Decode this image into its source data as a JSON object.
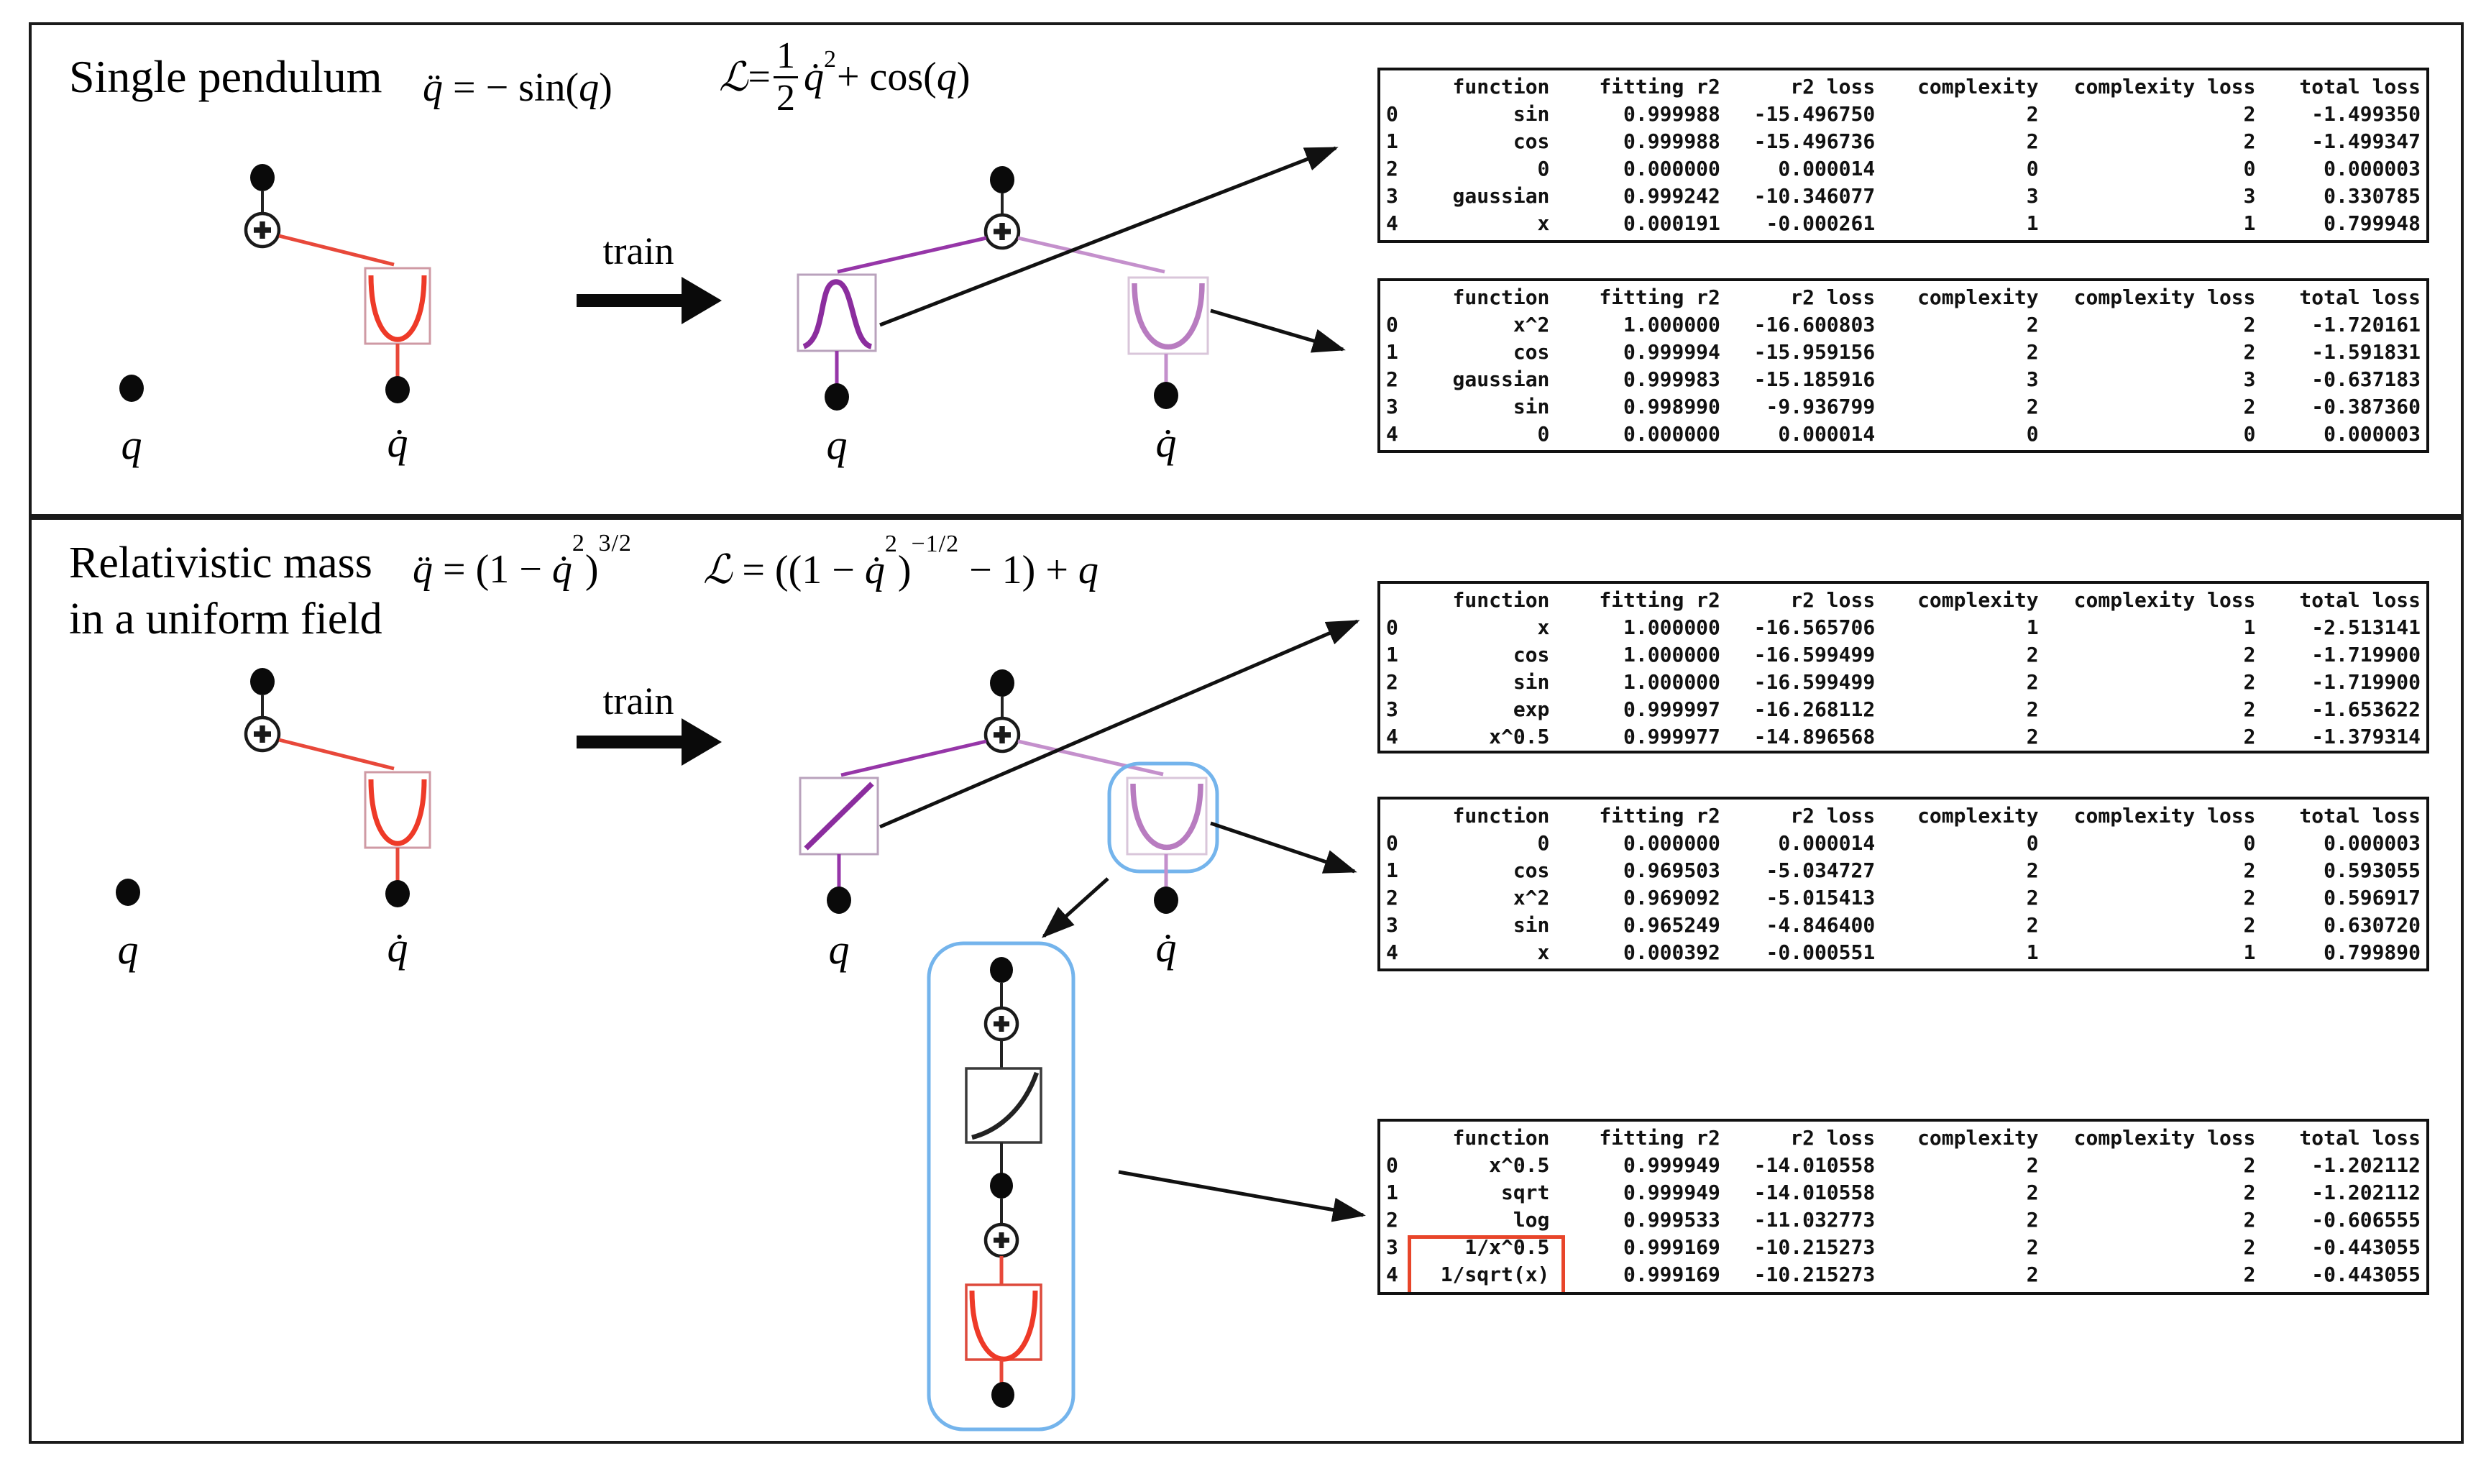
{
  "colors": {
    "red": "#ee3a28",
    "red_edge": "#e8483a",
    "pink_border": "#cf9aa4",
    "dark_purple": "#8b2d9e",
    "dark_purple_edge": "#9636a8",
    "light_purple": "#b87cc0",
    "light_purple_edge": "#c490cc",
    "blue": "#74b4ec",
    "hl": "#e8452a"
  },
  "panel1": {
    "title": "Single pendulum",
    "eq_motion": {
      "qdd": "q̈",
      "rest1": " = − sin(",
      "q": "q",
      "rest2": ")"
    },
    "eq_lagrangian": {
      "L": "ℒ",
      "eq": " = ",
      "num": "1",
      "den": "2",
      "qdot": "q̇",
      "sq": "2",
      "rest": " + cos(",
      "q": "q",
      "end": ")"
    },
    "train_label": "train",
    "pretrain": {
      "q_label": "q",
      "qdot_label": "q̇"
    },
    "posttrain": {
      "q_label": "q",
      "qdot_label": "q̇"
    },
    "tables": [
      {
        "headers": [
          "",
          "function",
          "fitting r2",
          "r2 loss",
          "complexity",
          "complexity loss",
          "total loss"
        ],
        "rows": [
          [
            "0",
            "sin",
            "0.999988",
            "-15.496750",
            "2",
            "2",
            "-1.499350"
          ],
          [
            "1",
            "cos",
            "0.999988",
            "-15.496736",
            "2",
            "2",
            "-1.499347"
          ],
          [
            "2",
            "0",
            "0.000000",
            "0.000014",
            "0",
            "0",
            "0.000003"
          ],
          [
            "3",
            "gaussian",
            "0.999242",
            "-10.346077",
            "3",
            "3",
            "0.330785"
          ],
          [
            "4",
            "x",
            "0.000191",
            "-0.000261",
            "1",
            "1",
            "0.799948"
          ]
        ]
      },
      {
        "headers": [
          "",
          "function",
          "fitting r2",
          "r2 loss",
          "complexity",
          "complexity loss",
          "total loss"
        ],
        "rows": [
          [
            "0",
            "x^2",
            "1.000000",
            "-16.600803",
            "2",
            "2",
            "-1.720161"
          ],
          [
            "1",
            "cos",
            "0.999994",
            "-15.959156",
            "2",
            "2",
            "-1.591831"
          ],
          [
            "2",
            "gaussian",
            "0.999983",
            "-15.185916",
            "3",
            "3",
            "-0.637183"
          ],
          [
            "3",
            "sin",
            "0.998990",
            "-9.936799",
            "2",
            "2",
            "-0.387360"
          ],
          [
            "4",
            "0",
            "0.000000",
            "0.000014",
            "0",
            "0",
            "0.000003"
          ]
        ]
      }
    ]
  },
  "panel2": {
    "title_line1": "Relativistic mass",
    "title_line2": "in a uniform field",
    "eq_motion": {
      "qdd": "q̈",
      "a": " = (1 − ",
      "qdot": "q̇",
      "sq": "2",
      "b": ")",
      "sup": "3/2"
    },
    "eq_lagrangian": {
      "L": "ℒ",
      "a": " = ((1 − ",
      "qdot": "q̇",
      "sq": "2",
      "b": ")",
      "sup": "−1/2",
      "c": " − 1) + ",
      "q": "q"
    },
    "train_label": "train",
    "pretrain": {
      "q_label": "q",
      "qdot_label": "q̇"
    },
    "posttrain": {
      "q_label": "q",
      "qdot_label": "q̇"
    },
    "tables": [
      {
        "headers": [
          "",
          "function",
          "fitting r2",
          "r2 loss",
          "complexity",
          "complexity loss",
          "total loss"
        ],
        "rows": [
          [
            "0",
            "x",
            "1.000000",
            "-16.565706",
            "1",
            "1",
            "-2.513141"
          ],
          [
            "1",
            "cos",
            "1.000000",
            "-16.599499",
            "2",
            "2",
            "-1.719900"
          ],
          [
            "2",
            "sin",
            "1.000000",
            "-16.599499",
            "2",
            "2",
            "-1.719900"
          ],
          [
            "3",
            "exp",
            "0.999997",
            "-16.268112",
            "2",
            "2",
            "-1.653622"
          ],
          [
            "4",
            "x^0.5",
            "0.999977",
            "-14.896568",
            "2",
            "2",
            "-1.379314"
          ]
        ]
      },
      {
        "headers": [
          "",
          "function",
          "fitting r2",
          "r2 loss",
          "complexity",
          "complexity loss",
          "total loss"
        ],
        "rows": [
          [
            "0",
            "0",
            "0.000000",
            "0.000014",
            "0",
            "0",
            "0.000003"
          ],
          [
            "1",
            "cos",
            "0.969503",
            "-5.034727",
            "2",
            "2",
            "0.593055"
          ],
          [
            "2",
            "x^2",
            "0.969092",
            "-5.015413",
            "2",
            "2",
            "0.596917"
          ],
          [
            "3",
            "sin",
            "0.965249",
            "-4.846400",
            "2",
            "2",
            "0.630720"
          ],
          [
            "4",
            "x",
            "0.000392",
            "-0.000551",
            "1",
            "1",
            "0.799890"
          ]
        ]
      },
      {
        "headers": [
          "",
          "function",
          "fitting r2",
          "r2 loss",
          "complexity",
          "complexity loss",
          "total loss"
        ],
        "rows": [
          [
            "0",
            "x^0.5",
            "0.999949",
            "-14.010558",
            "2",
            "2",
            "-1.202112"
          ],
          [
            "1",
            "sqrt",
            "0.999949",
            "-14.010558",
            "2",
            "2",
            "-1.202112"
          ],
          [
            "2",
            "log",
            "0.999533",
            "-11.032773",
            "2",
            "2",
            "-0.606555"
          ],
          [
            "3",
            "1/x^0.5",
            "0.999169",
            "-10.215273",
            "2",
            "2",
            "-0.443055"
          ],
          [
            "4",
            "1/sqrt(x)",
            "0.999169",
            "-10.215273",
            "2",
            "2",
            "-0.443055"
          ]
        ],
        "highlight": {
          "col": 1,
          "rows": [
            3,
            4
          ]
        }
      }
    ]
  }
}
